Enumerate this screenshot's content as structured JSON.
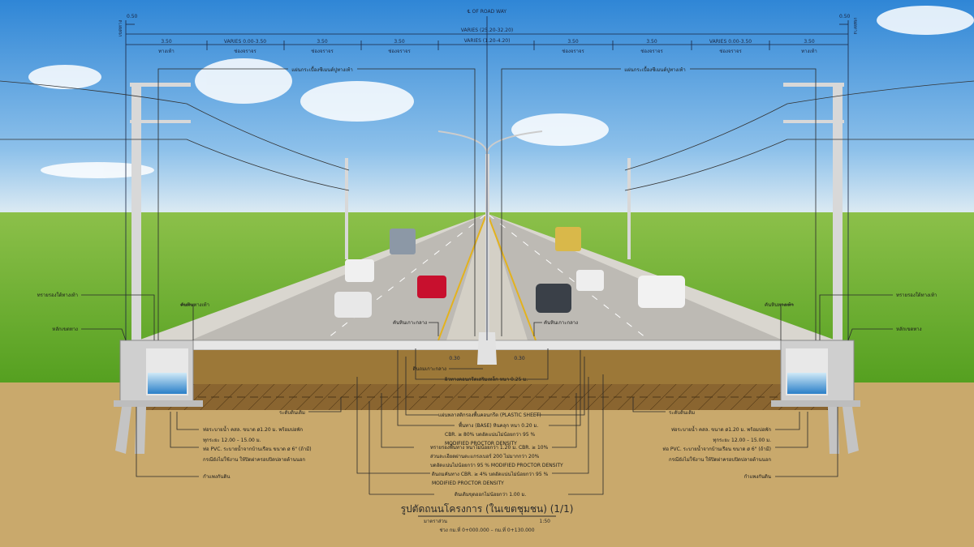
{
  "dimensions": {
    "edge_left": "0.50",
    "edge_right": "0.50",
    "edge_label": "เขตทาง",
    "centerline": "℄ OF ROAD WAY",
    "total_width": "VARIES (25.20-32.20)",
    "median_width": "VARIES (1.20-4.20)",
    "left_segments": [
      {
        "value": "3.50",
        "name": "ทางเท้า"
      },
      {
        "value": "VARIES 0.00-3.50",
        "name": "ช่องจราจร"
      },
      {
        "value": "3.50",
        "name": "ช่องจราจร"
      },
      {
        "value": "3.50",
        "name": "ช่องจราจร"
      }
    ],
    "right_segments": [
      {
        "value": "3.50",
        "name": "ช่องจราจร"
      },
      {
        "value": "3.50",
        "name": "ช่องจราจร"
      },
      {
        "value": "VARIES 0.00-3.50",
        "name": "ช่องจราจร"
      },
      {
        "value": "3.50",
        "name": "ทางเท้า"
      }
    ],
    "curb_offset": "0.30"
  },
  "labels": {
    "paving_tiles": "แผ่นกระเบื้องซีเมนต์ปูทางเท้า",
    "sand_bed": "ทรายรองใต้ทางเท้า",
    "curb": "คันหินทางเท้า",
    "boundary_post": "หลักเขตทาง",
    "median_curb": "คันหินเกาะกลาง",
    "median_fill": "ดินถมเกาะกลาง",
    "concrete_surface": "ผิวทางคอนกรีตเสริมเหล็ก หนา 0.25 ม.",
    "original_ground": "ระดับดินเดิม",
    "plastic_sheet": "แผ่นพลาสติกรองพื้นคอนกรีต (PLASTIC SHEET)",
    "base_1": "พื้นทาง (BASE) หินคลุก หนา 0.20 ม.",
    "base_2": "CBR. ≥ 80% บดอัดแน่นไม่น้อยกว่า 95 %",
    "base_3": "MODIFIED PROCTOR DENSITY",
    "subbase_1": "ทรายรองพื้นทาง หนาไม่น้อยกว่า 1.20 ม. CBR. ≥ 10%",
    "subbase_2": "ส่วนละเอียดผ่านตะแกรงเบอร์ 200 ไม่มากกว่า 20%",
    "subbase_3": "บดอัดแน่นไม่น้อยกว่า 95 % MODIFIED PROCTOR DENSITY",
    "subgrade_1": "ดินถมคันทาง  CBR. ≥ 4%  บดอัดแน่นไม่น้อยกว่า 95 %",
    "subgrade_2": "MODIFIED PROCTOR DENSITY",
    "excavation": "ดินเดิมขุดออกไม่น้อยกว่า 1.00 ม.",
    "drain_1": "ท่อระบายน้ำ คสล. ขนาด ø1.20 ม. พร้อมบ่อพัก",
    "drain_2": "ทุกระยะ 12.00 – 15.00 ม.",
    "pvc_1": "ท่อ PVC. ระบายน้ำจากบ้านเรือน ขนาด ø 6\" (ถ้ามี)",
    "pvc_2": "กรณียังไม่ใช้งาน ให้ปิดฝาครอบปิดปลายด้านนอก",
    "retaining_wall": "กำแพงกันดิน"
  },
  "title_block": {
    "title": "รูปตัดถนนโครงการ (ในเขตชุมชน) (1/1)",
    "scale_label": "มาตราส่วน",
    "scale_value": "1:50",
    "station": "ช่วง กม.ที่ 0+000.000  –  กม.ที่ 0+130.000"
  },
  "colors": {
    "sky_top": "#2f86d6",
    "sky_bottom": "#d6e8f3",
    "grass": "#66ad28",
    "soil": "#c9a96c",
    "fill": "#9c7838"
  }
}
